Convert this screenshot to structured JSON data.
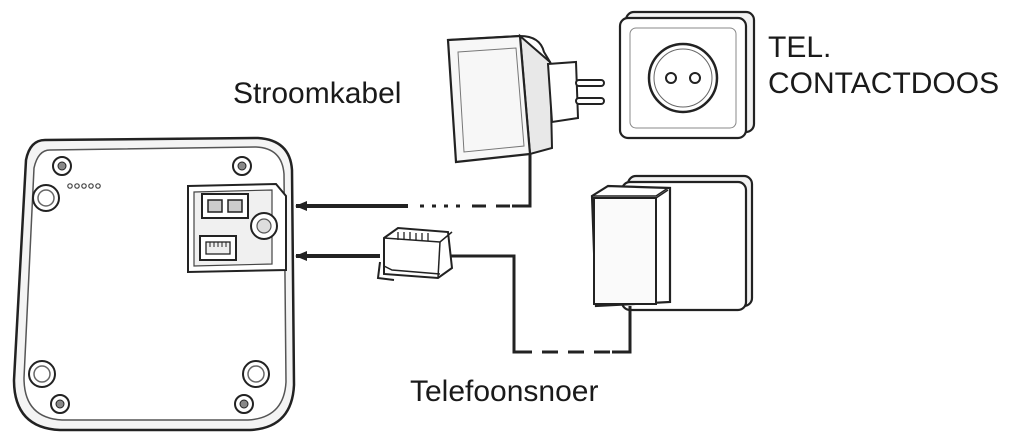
{
  "labels": {
    "power_cable": "Stroomkabel",
    "tel_socket_line1": "TEL.",
    "tel_socket_line2": "CONTACTDOOS",
    "phone_cord": "Telefoonsnoer"
  },
  "colors": {
    "stroke": "#222222",
    "fill_light": "#f2f2f2",
    "fill_white": "#ffffff",
    "text": "#1a1a1a"
  },
  "icons": {
    "base_station": "phone-base-station-icon",
    "power_adapter": "power-adapter-icon",
    "wall_outlet": "wall-outlet-icon",
    "telephone_wall_socket": "telephone-wall-socket-icon",
    "rj11_plug": "rj11-plug-icon",
    "arrow": "arrow-left-icon"
  }
}
